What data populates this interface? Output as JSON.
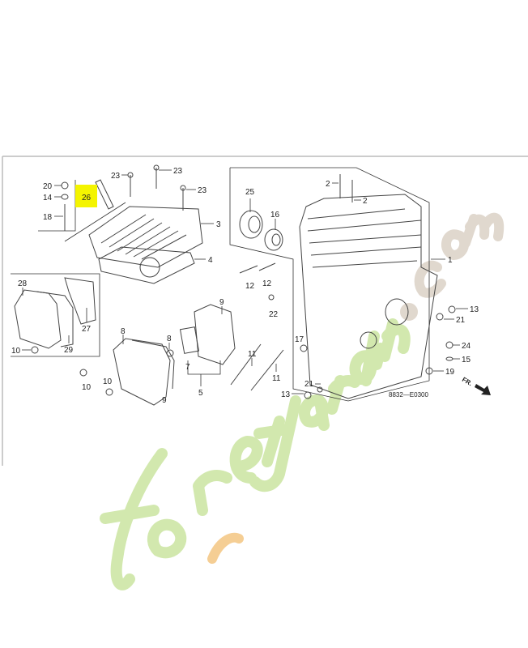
{
  "diagram": {
    "highlighted_part": "26",
    "highlight_color": "#f4f400",
    "drawing_code": "8832—E0300",
    "front_indicator": "FR.",
    "callouts": [
      "20",
      "14",
      "18",
      "26",
      "23",
      "23",
      "23",
      "3",
      "4",
      "28",
      "27",
      "29",
      "10",
      "10",
      "10",
      "9",
      "8",
      "8",
      "7",
      "5",
      "9",
      "11",
      "11",
      "12",
      "12",
      "25",
      "16",
      "2",
      "2",
      "1",
      "22",
      "17",
      "13",
      "21",
      "24",
      "15",
      "19",
      "21",
      "13"
    ]
  },
  "watermark": {
    "text": "foretjardin.com",
    "colors": [
      "#c7e39a",
      "#f3c27a",
      "#c9b9a8"
    ]
  }
}
